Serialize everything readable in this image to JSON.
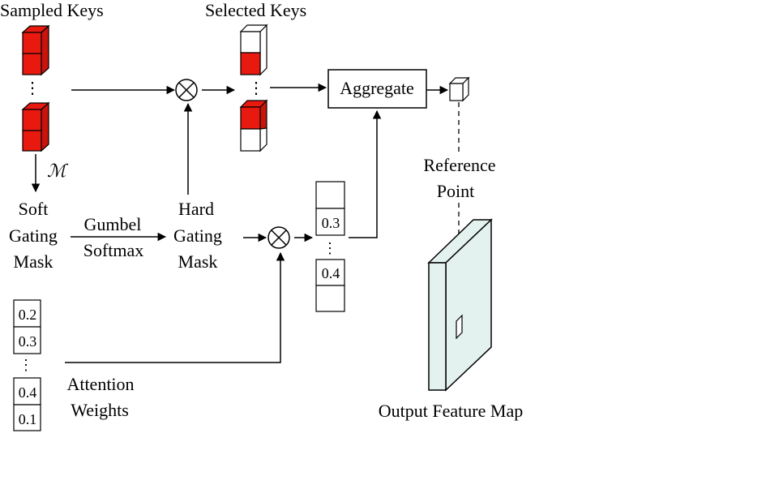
{
  "labels": {
    "sampled_keys": "Sampled Keys",
    "selected_keys": "Selected Keys",
    "aggregate": "Aggregate",
    "mask_symbol": "ℳ",
    "soft_gating_mask": [
      "Soft",
      "Gating",
      "Mask"
    ],
    "gumbel_softmax": [
      "Gumbel",
      "Softmax"
    ],
    "hard_gating_mask": [
      "Hard",
      "Gating",
      "Mask"
    ],
    "reference_point": [
      "Reference",
      "Point"
    ],
    "attention_weights": [
      "Attention",
      "Weights"
    ],
    "output_feature_map": "Output Feature Map"
  },
  "attention_weight_values": [
    "0.2",
    "0.3",
    "0.4",
    "0.1"
  ],
  "selected_weight_values": [
    "0.3",
    "0.4"
  ],
  "colors": {
    "key_fill": "#e8190f",
    "feature_map_fill": "#e4f2ef",
    "line": "#000000"
  }
}
